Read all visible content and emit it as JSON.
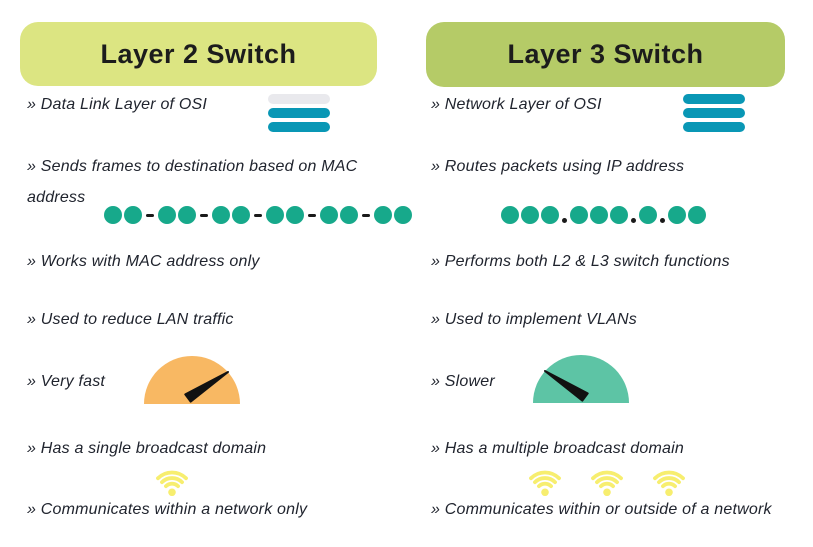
{
  "palette": {
    "header_left_bg": "#dce582",
    "header_right_bg": "#b5cb67",
    "teal_bar": "#0997b5",
    "gray_bar": "#e9e9ed",
    "dot_green": "#17a98b",
    "separator_black": "#1a1a1a",
    "gauge_fast_orange": "#f8b863",
    "gauge_slow_teal": "#5dc4a5",
    "needle_black": "#111111",
    "wifi_yellow": "#f7ee6f",
    "body_text": "#20242e"
  },
  "left": {
    "title": "Layer 2 Switch",
    "items": [
      "» Data Link Layer of OSI",
      "» Sends frames to destination based on MAC address",
      "» Works with MAC address only",
      "» Used to reduce LAN traffic",
      "» Very fast",
      "» Has a single broadcast domain",
      "» Communicates within a network only"
    ],
    "icons": {
      "switch_bars": [
        "#e9e9ed",
        "#0997b5",
        "#0997b5"
      ],
      "address_groups": [
        2,
        2,
        2,
        2,
        2,
        2
      ],
      "address_separator": "dash",
      "wifi_count": 1,
      "speed": "fast"
    }
  },
  "right": {
    "title": "Layer 3 Switch",
    "items": [
      "» Network Layer of OSI",
      "» Routes packets using IP address",
      "» Performs both L2 & L3 switch functions",
      "» Used to implement VLANs",
      "» Slower",
      "» Has a multiple broadcast domain",
      "» Communicates within or outside of a network"
    ],
    "icons": {
      "switch_bars": [
        "#0997b5",
        "#0997b5",
        "#0997b5"
      ],
      "address_groups": [
        3,
        3,
        1,
        2
      ],
      "address_separator": "dot",
      "wifi_count": 3,
      "speed": "slow"
    }
  }
}
